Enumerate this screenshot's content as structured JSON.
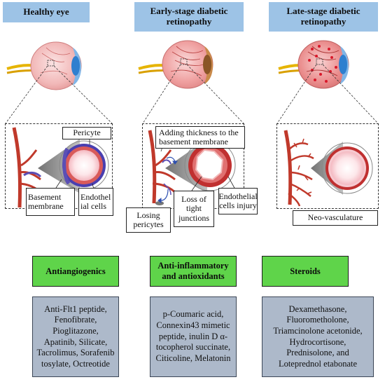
{
  "stages": [
    {
      "title": "Healthy eye"
    },
    {
      "title": "Early-stage diabetic retinopathy"
    },
    {
      "title": "Late-stage diabetic retinopathy"
    }
  ],
  "callouts": {
    "pericyte": "Pericyte",
    "basement_membrane": "Basement membrane",
    "endothelial_cells": "Endothelial cells",
    "adding_thickness": "Adding thickness to the basement membrane",
    "losing_pericytes": "Losing pericytes",
    "loss_tight_junctions": "Loss of tight junctions",
    "endothelial_injury": "Endothelial cells injury",
    "neo_vasculature": "Neo-vasculature"
  },
  "treatments": [
    {
      "category": "Antiangiogenics",
      "drugs": "Anti-Flt1 peptide, Fenofibrate, Pioglitazone, Apatinib, Silicate, Tacrolimus, Sorafenib tosylate, Octreotide"
    },
    {
      "category": "Anti-inflammatory and antioxidants",
      "drugs": "p-Coumaric acid, Connexin43 mimetic peptide, inulin D α-tocopherol succinate, Citicoline, Melatonin"
    },
    {
      "category": "Steroids",
      "drugs": "Dexamethasone, Fluorometholone, Triamcinolone acetonide, Hydrocortisone, Prednisolone, and Loteprednol etabonate"
    }
  ],
  "colors": {
    "stage_header": "#9dc3e6",
    "treatment_header": "#5fd44a",
    "treatment_box": "#adb9ca",
    "vessel_red": "#c0392b",
    "pericyte_purple": "#5b4fb5"
  }
}
